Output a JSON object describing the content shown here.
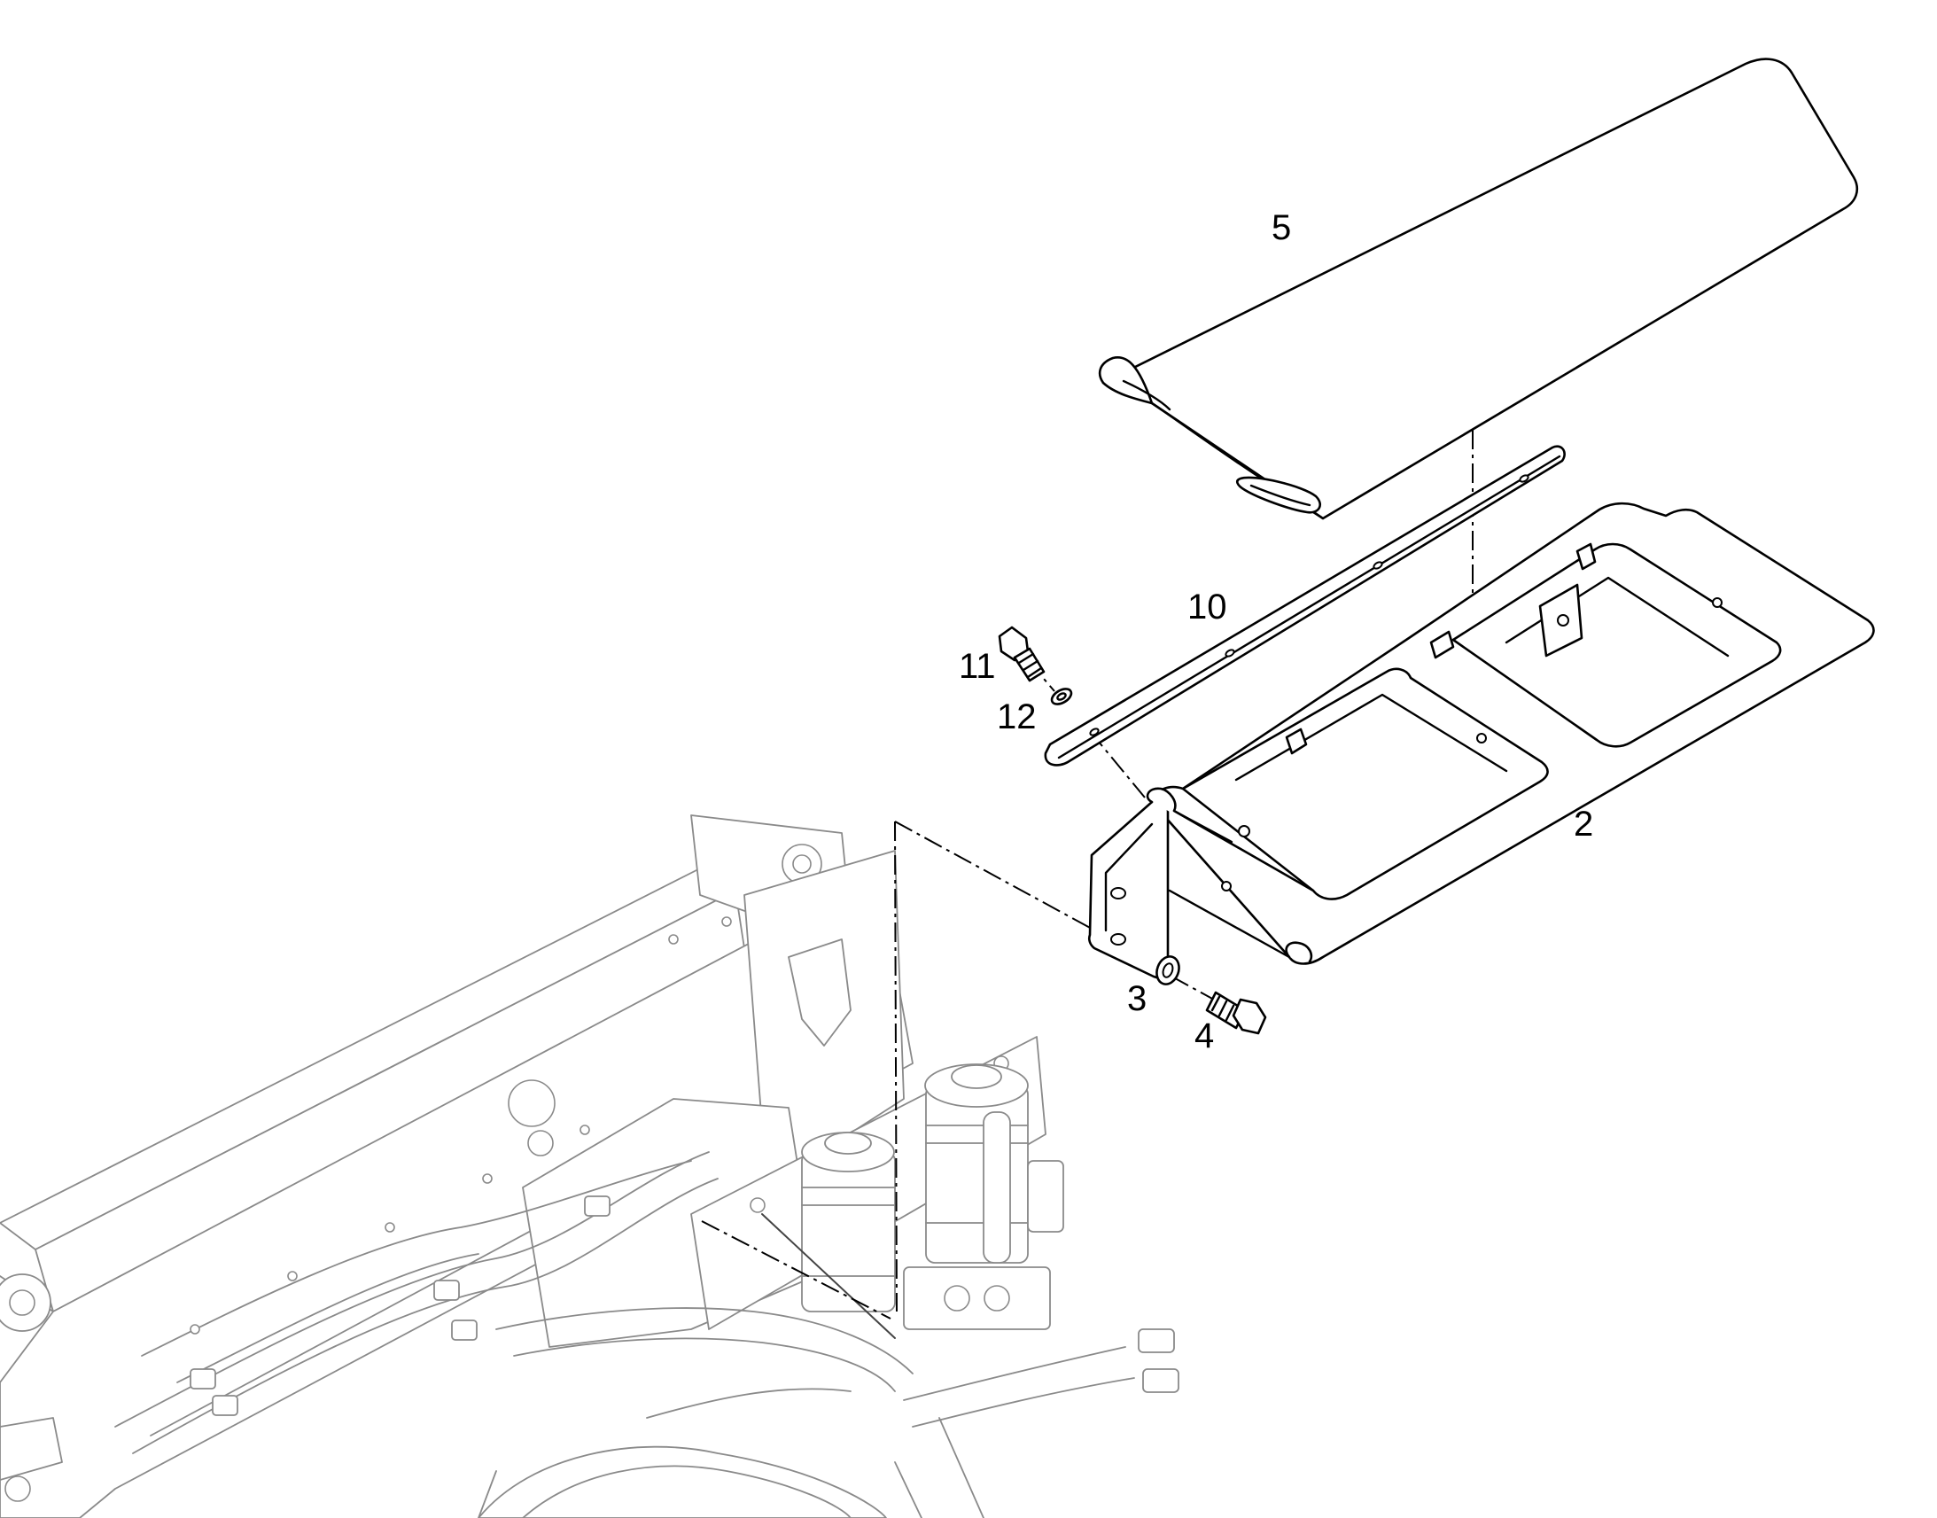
{
  "diagram": {
    "callouts": [
      {
        "id": "part-5",
        "text": "5"
      },
      {
        "id": "part-10",
        "text": "10"
      },
      {
        "id": "part-11",
        "text": "11"
      },
      {
        "id": "part-12",
        "text": "12"
      },
      {
        "id": "part-2",
        "text": "2"
      },
      {
        "id": "part-3",
        "text": "3"
      },
      {
        "id": "part-4",
        "text": "4"
      }
    ]
  }
}
